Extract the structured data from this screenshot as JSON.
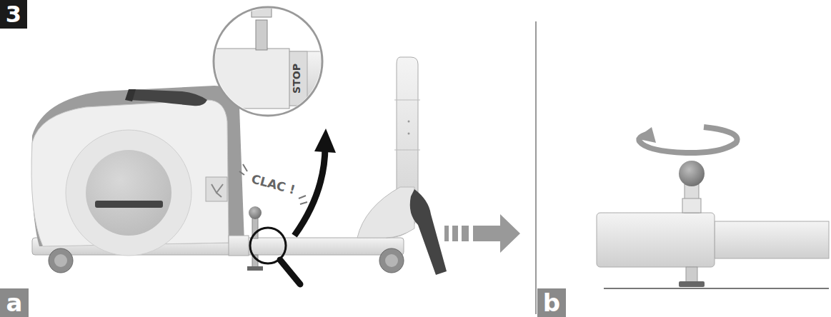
{
  "diagram": {
    "labels": [
      "3",
      "STOP",
      "CLAC !",
      "a",
      "b"
    ]
  }
}
